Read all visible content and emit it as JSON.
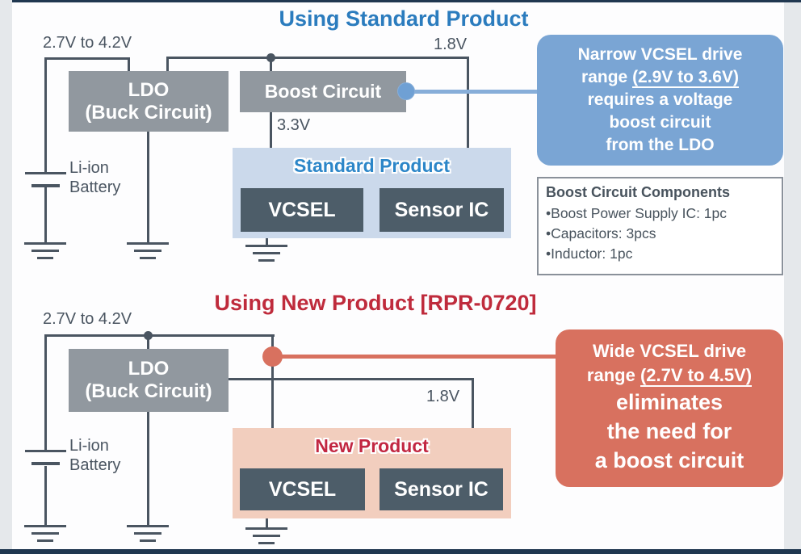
{
  "slide": {
    "colors": {
      "title_blue": "#2B7CBE",
      "title_red": "#BF2B3C",
      "block_gray": "#91989F",
      "block_dark": "#4D5D69",
      "wire": "#4A5561",
      "panel_blue": "#CBD9EB",
      "panel_salmon": "#F2CEBE",
      "callout_blue": "#7AA5D4",
      "callout_salmon": "#D8715F"
    },
    "standard_section": {
      "title": "Using Standard Product",
      "input_voltage": "2.7V to 4.2V",
      "ldo_output_voltage": "1.8V",
      "boost_output_voltage": "3.3V",
      "ldo_line1": "LDO",
      "ldo_line2": "(Buck Circuit)",
      "boost_label": "Boost Circuit",
      "product_label": "Standard Product",
      "vcsel_label": "VCSEL",
      "sensor_label": "Sensor IC",
      "battery_line1": "Li-ion",
      "battery_line2": "Battery",
      "callout_line1": "Narrow VCSEL drive",
      "callout_line2_prefix": "range ",
      "callout_line2_underlined": "(2.9V to 3.6V)",
      "callout_line3": "requires a voltage",
      "callout_line4": "boost circuit",
      "callout_line5": "from the LDO",
      "components_title": "Boost Circuit Components",
      "components_bullet": "•",
      "components_items": [
        "Boost Power Supply IC: 1pc",
        "Capacitors: 3pcs",
        "Inductor: 1pc"
      ]
    },
    "new_section": {
      "title": "Using New Product [RPR-0720]",
      "input_voltage": "2.7V to 4.2V",
      "ldo_output_voltage": "1.8V",
      "ldo_line1": "LDO",
      "ldo_line2": "(Buck Circuit)",
      "product_label": "New Product",
      "vcsel_label": "VCSEL",
      "sensor_label": "Sensor IC",
      "battery_line1": "Li-ion",
      "battery_line2": "Battery",
      "callout_line1": "Wide VCSEL drive",
      "callout_line2_prefix": "range ",
      "callout_line2_underlined": "(2.7V to 4.5V)",
      "callout_line3": "eliminates",
      "callout_line4": "the need for",
      "callout_line5": "a boost circuit"
    }
  }
}
